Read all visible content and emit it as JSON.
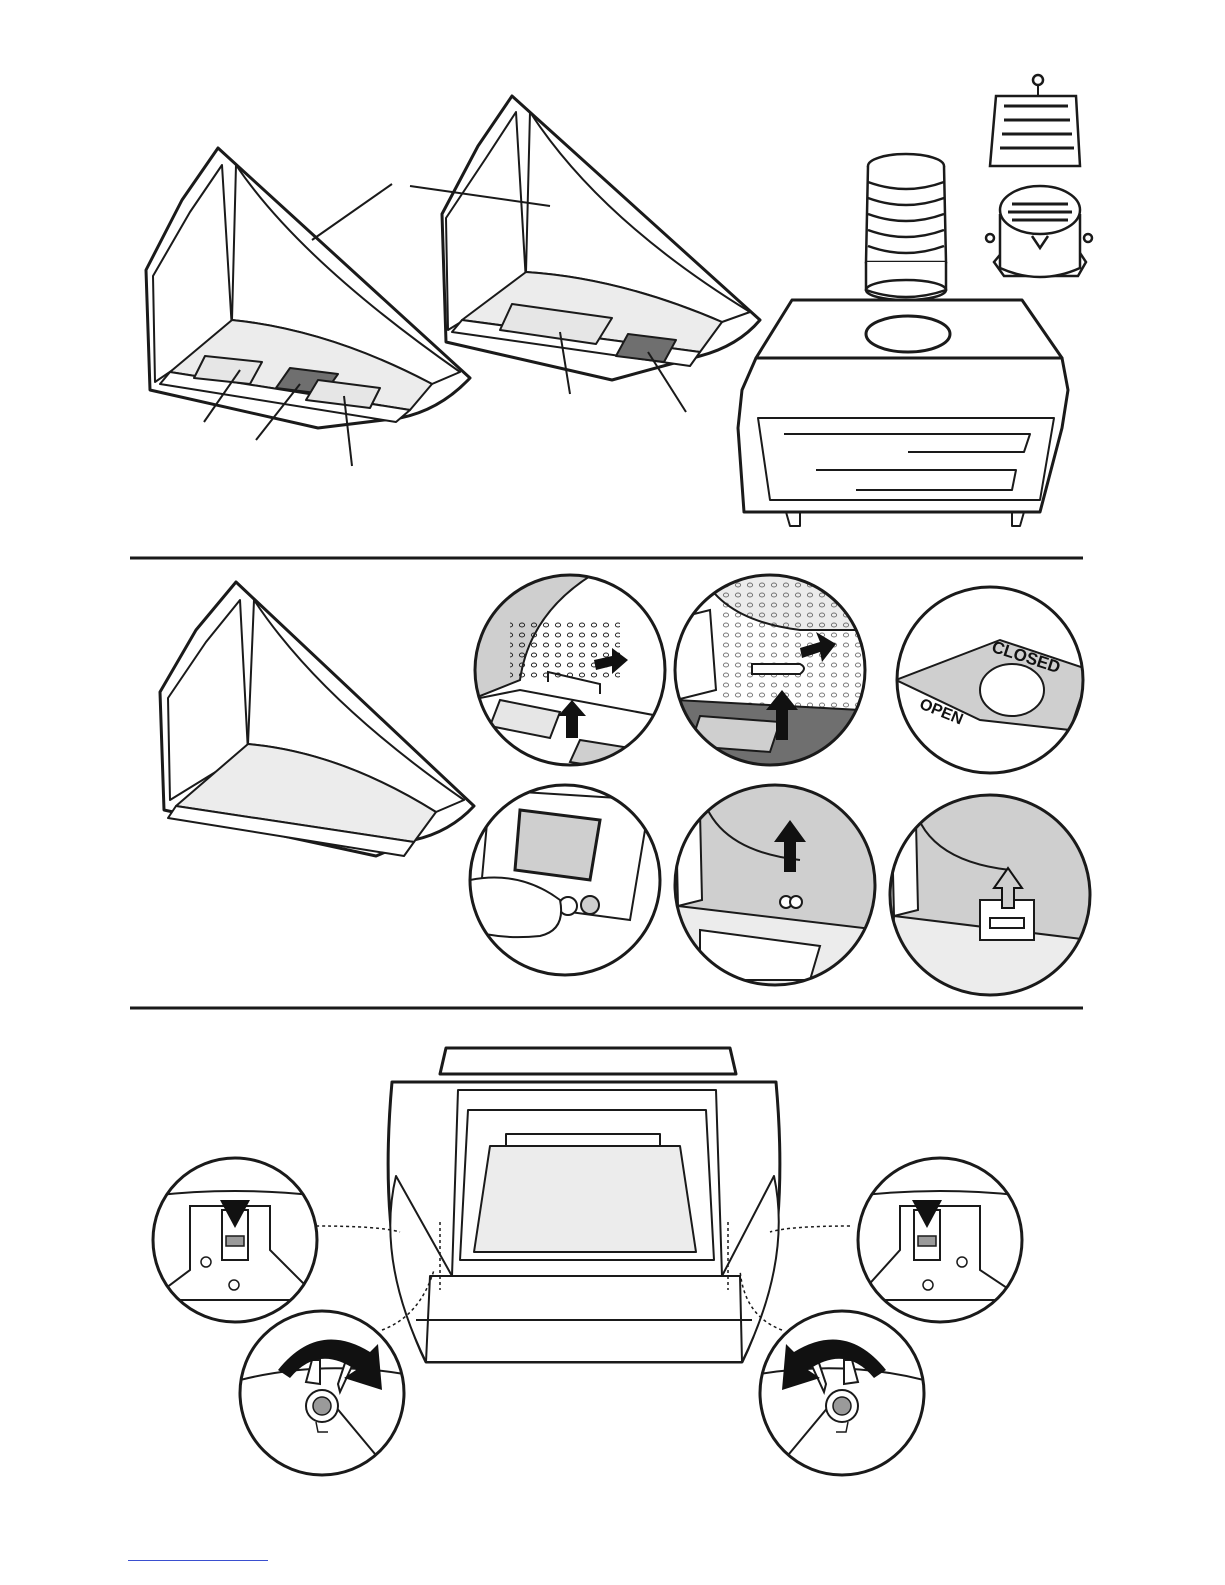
{
  "figure": {
    "top_panel": {
      "hood_a": {
        "callout_count": 4
      },
      "hood_b": {
        "callout_count": 3
      },
      "duct_kit": {
        "parts": [
          "duct-pipe",
          "grille",
          "outlet-collar",
          "screws"
        ]
      }
    },
    "middle_panel": {
      "details": [
        "filter-release",
        "filter-slide",
        "valve-label",
        "knob-removal",
        "pull-up",
        "lift-tab"
      ],
      "valve_label": {
        "open_text": "OPEN",
        "closed_text": "CLOSED"
      }
    },
    "bottom_panel": {
      "details": [
        "latch-left",
        "latch-right",
        "wing-nut-left",
        "wing-nut-right"
      ]
    }
  },
  "colors": {
    "line": "#1a1a1a",
    "fill_light": "#ececec",
    "fill_mid": "#cfcfcf",
    "fill_dark": "#6f6f6f",
    "arrow": "#111111",
    "footer_rule": "#3a4fd0"
  }
}
